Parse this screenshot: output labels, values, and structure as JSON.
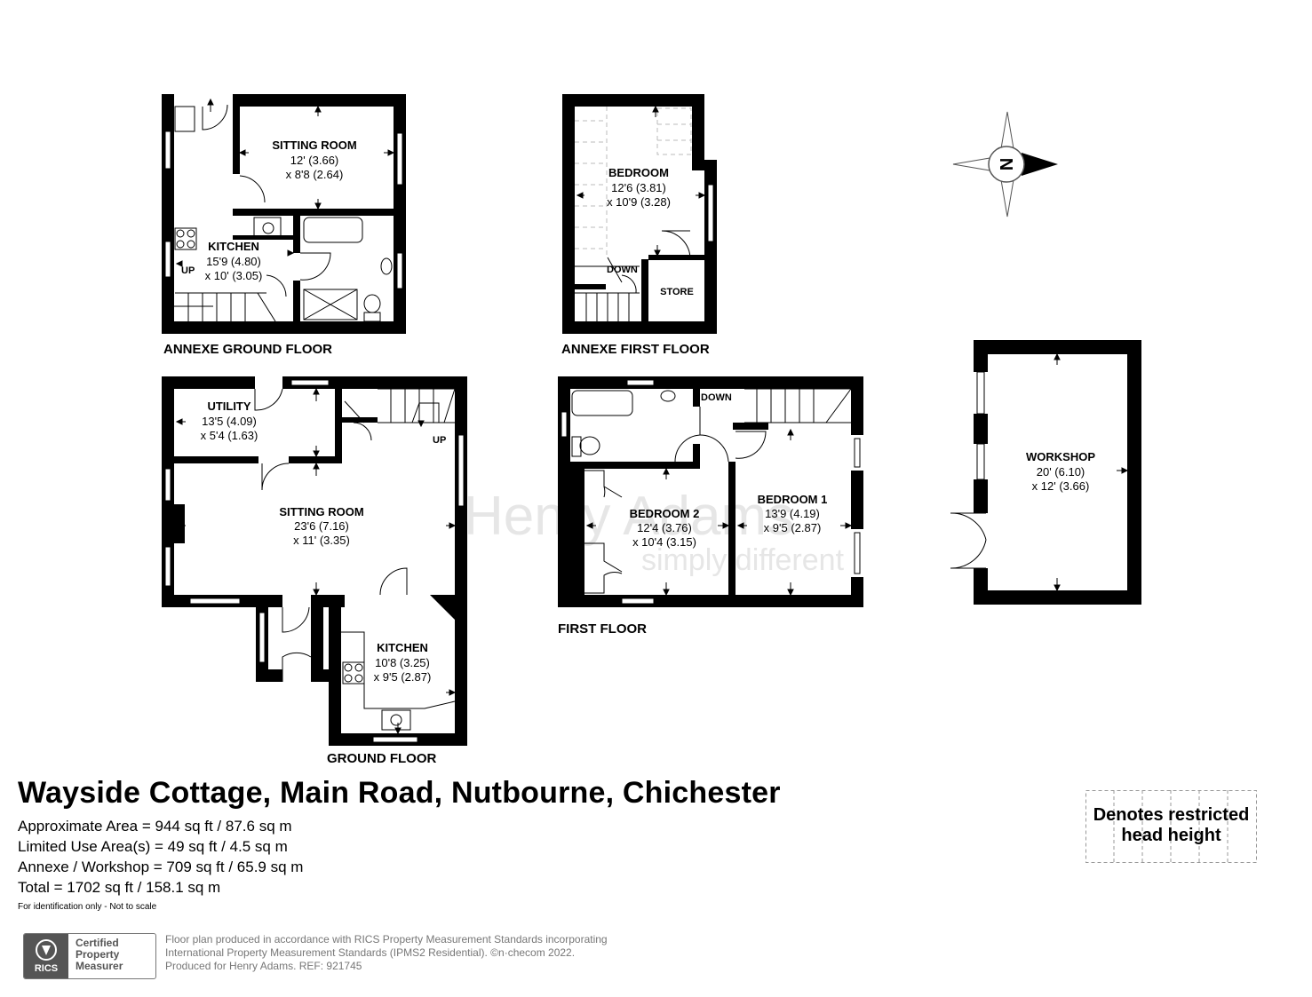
{
  "property": {
    "title": "Wayside Cottage, Main Road, Nutbourne, Chichester",
    "areas": [
      "Approximate Area = 944 sq ft / 87.6 sq m",
      "Limited Use Area(s) = 49 sq ft / 4.5 sq m",
      "Annexe / Workshop = 709 sq ft / 65.9 sq m",
      "Total = 1702 sq ft / 158.1 sq m"
    ],
    "note": "For identification only - Not to scale"
  },
  "floors": {
    "annexe_ground": "ANNEXE GROUND FLOOR",
    "annexe_first": "ANNEXE FIRST FLOOR",
    "ground": "GROUND FLOOR",
    "first": "FIRST FLOOR"
  },
  "rooms": {
    "ag_sitting": {
      "name": "SITTING ROOM",
      "dim1": "12' (3.66)",
      "dim2": "x 8'8 (2.64)"
    },
    "ag_kitchen": {
      "name": "KITCHEN",
      "dim1": "15'9 (4.80)",
      "dim2": "x 10' (3.05)"
    },
    "af_bedroom": {
      "name": "BEDROOM",
      "dim1": "12'6 (3.81)",
      "dim2": "x 10'9 (3.28)"
    },
    "af_store": {
      "name": "STORE"
    },
    "g_utility": {
      "name": "UTILITY",
      "dim1": "13'5 (4.09)",
      "dim2": "x 5'4 (1.63)"
    },
    "g_sitting": {
      "name": "SITTING ROOM",
      "dim1": "23'6 (7.16)",
      "dim2": "x 11' (3.35)"
    },
    "g_kitchen": {
      "name": "KITCHEN",
      "dim1": "10'8 (3.25)",
      "dim2": "x 9'5 (2.87)"
    },
    "f_bedroom2": {
      "name": "BEDROOM 2",
      "dim1": "12'4 (3.76)",
      "dim2": "x 10'4 (3.15)"
    },
    "f_bedroom1": {
      "name": "BEDROOM 1",
      "dim1": "13'9 (4.19)",
      "dim2": "x 9'5 (2.87)"
    },
    "workshop": {
      "name": "WORKSHOP",
      "dim1": "20' (6.10)",
      "dim2": "x 12' (3.66)"
    }
  },
  "stairs": {
    "up": "UP",
    "down": "DOWN"
  },
  "compass": {
    "letter": "N"
  },
  "watermark": {
    "line1": "Henry Adams",
    "line2": "simply different"
  },
  "legend": {
    "line1": "Denotes restricted",
    "line2": "head height"
  },
  "rics": {
    "mark": "RICS",
    "line1": "Certified",
    "line2": "Property",
    "line3": "Measurer"
  },
  "disclaimer": {
    "line1": "Floor plan produced in accordance with RICS Property Measurement Standards incorporating",
    "line2": "International Property Measurement Standards (IPMS2 Residential).  ©n·checom 2022.",
    "line3": "Produced for Henry Adams.   REF:  921745"
  },
  "colors": {
    "wall": "#000000",
    "watermark": "#e6e6e6",
    "fine_print": "#777777"
  }
}
